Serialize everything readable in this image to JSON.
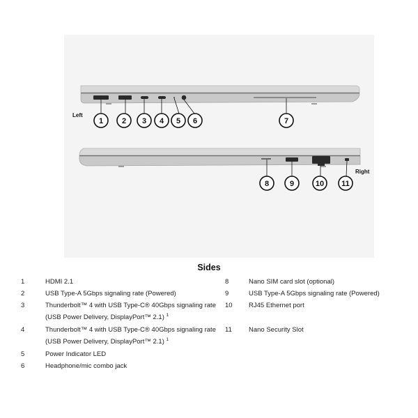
{
  "figure": {
    "left_label": "Left",
    "right_label": "Right",
    "callouts_left": [
      "1",
      "2",
      "3",
      "4",
      "5",
      "6",
      "7"
    ],
    "callouts_right": [
      "8",
      "9",
      "10",
      "11"
    ]
  },
  "section_title": "Sides",
  "specs_left": [
    {
      "num": "1",
      "text": "HDMI 2.1",
      "sup": ""
    },
    {
      "num": "2",
      "text": "USB Type-A 5Gbps signaling rate (Powered)",
      "sup": ""
    },
    {
      "num": "3",
      "text": "Thunderbolt™ 4 with USB Type-C® 40Gbps signaling rate",
      "text2": "(USB Power Delivery, DisplayPort™ 2.1)",
      "sup": "1"
    },
    {
      "num": "4",
      "text": "Thunderbolt™ 4 with USB Type-C® 40Gbps signaling rate",
      "text2": "(USB Power Delivery, DisplayPort™ 2.1)",
      "sup": "1"
    },
    {
      "num": "5",
      "text": "Power Indicator LED",
      "sup": ""
    },
    {
      "num": "6",
      "text": "Headphone/mic combo jack",
      "sup": ""
    }
  ],
  "specs_right": [
    {
      "num": "8",
      "text": "Nano SIM card slot (optional)"
    },
    {
      "num": "9",
      "text": "USB Type-A 5Gbps signaling rate (Powered)"
    },
    {
      "num": "10",
      "text": "RJ45 Ethernet port"
    },
    {
      "num": "11",
      "text": "Nano Security Slot"
    }
  ]
}
